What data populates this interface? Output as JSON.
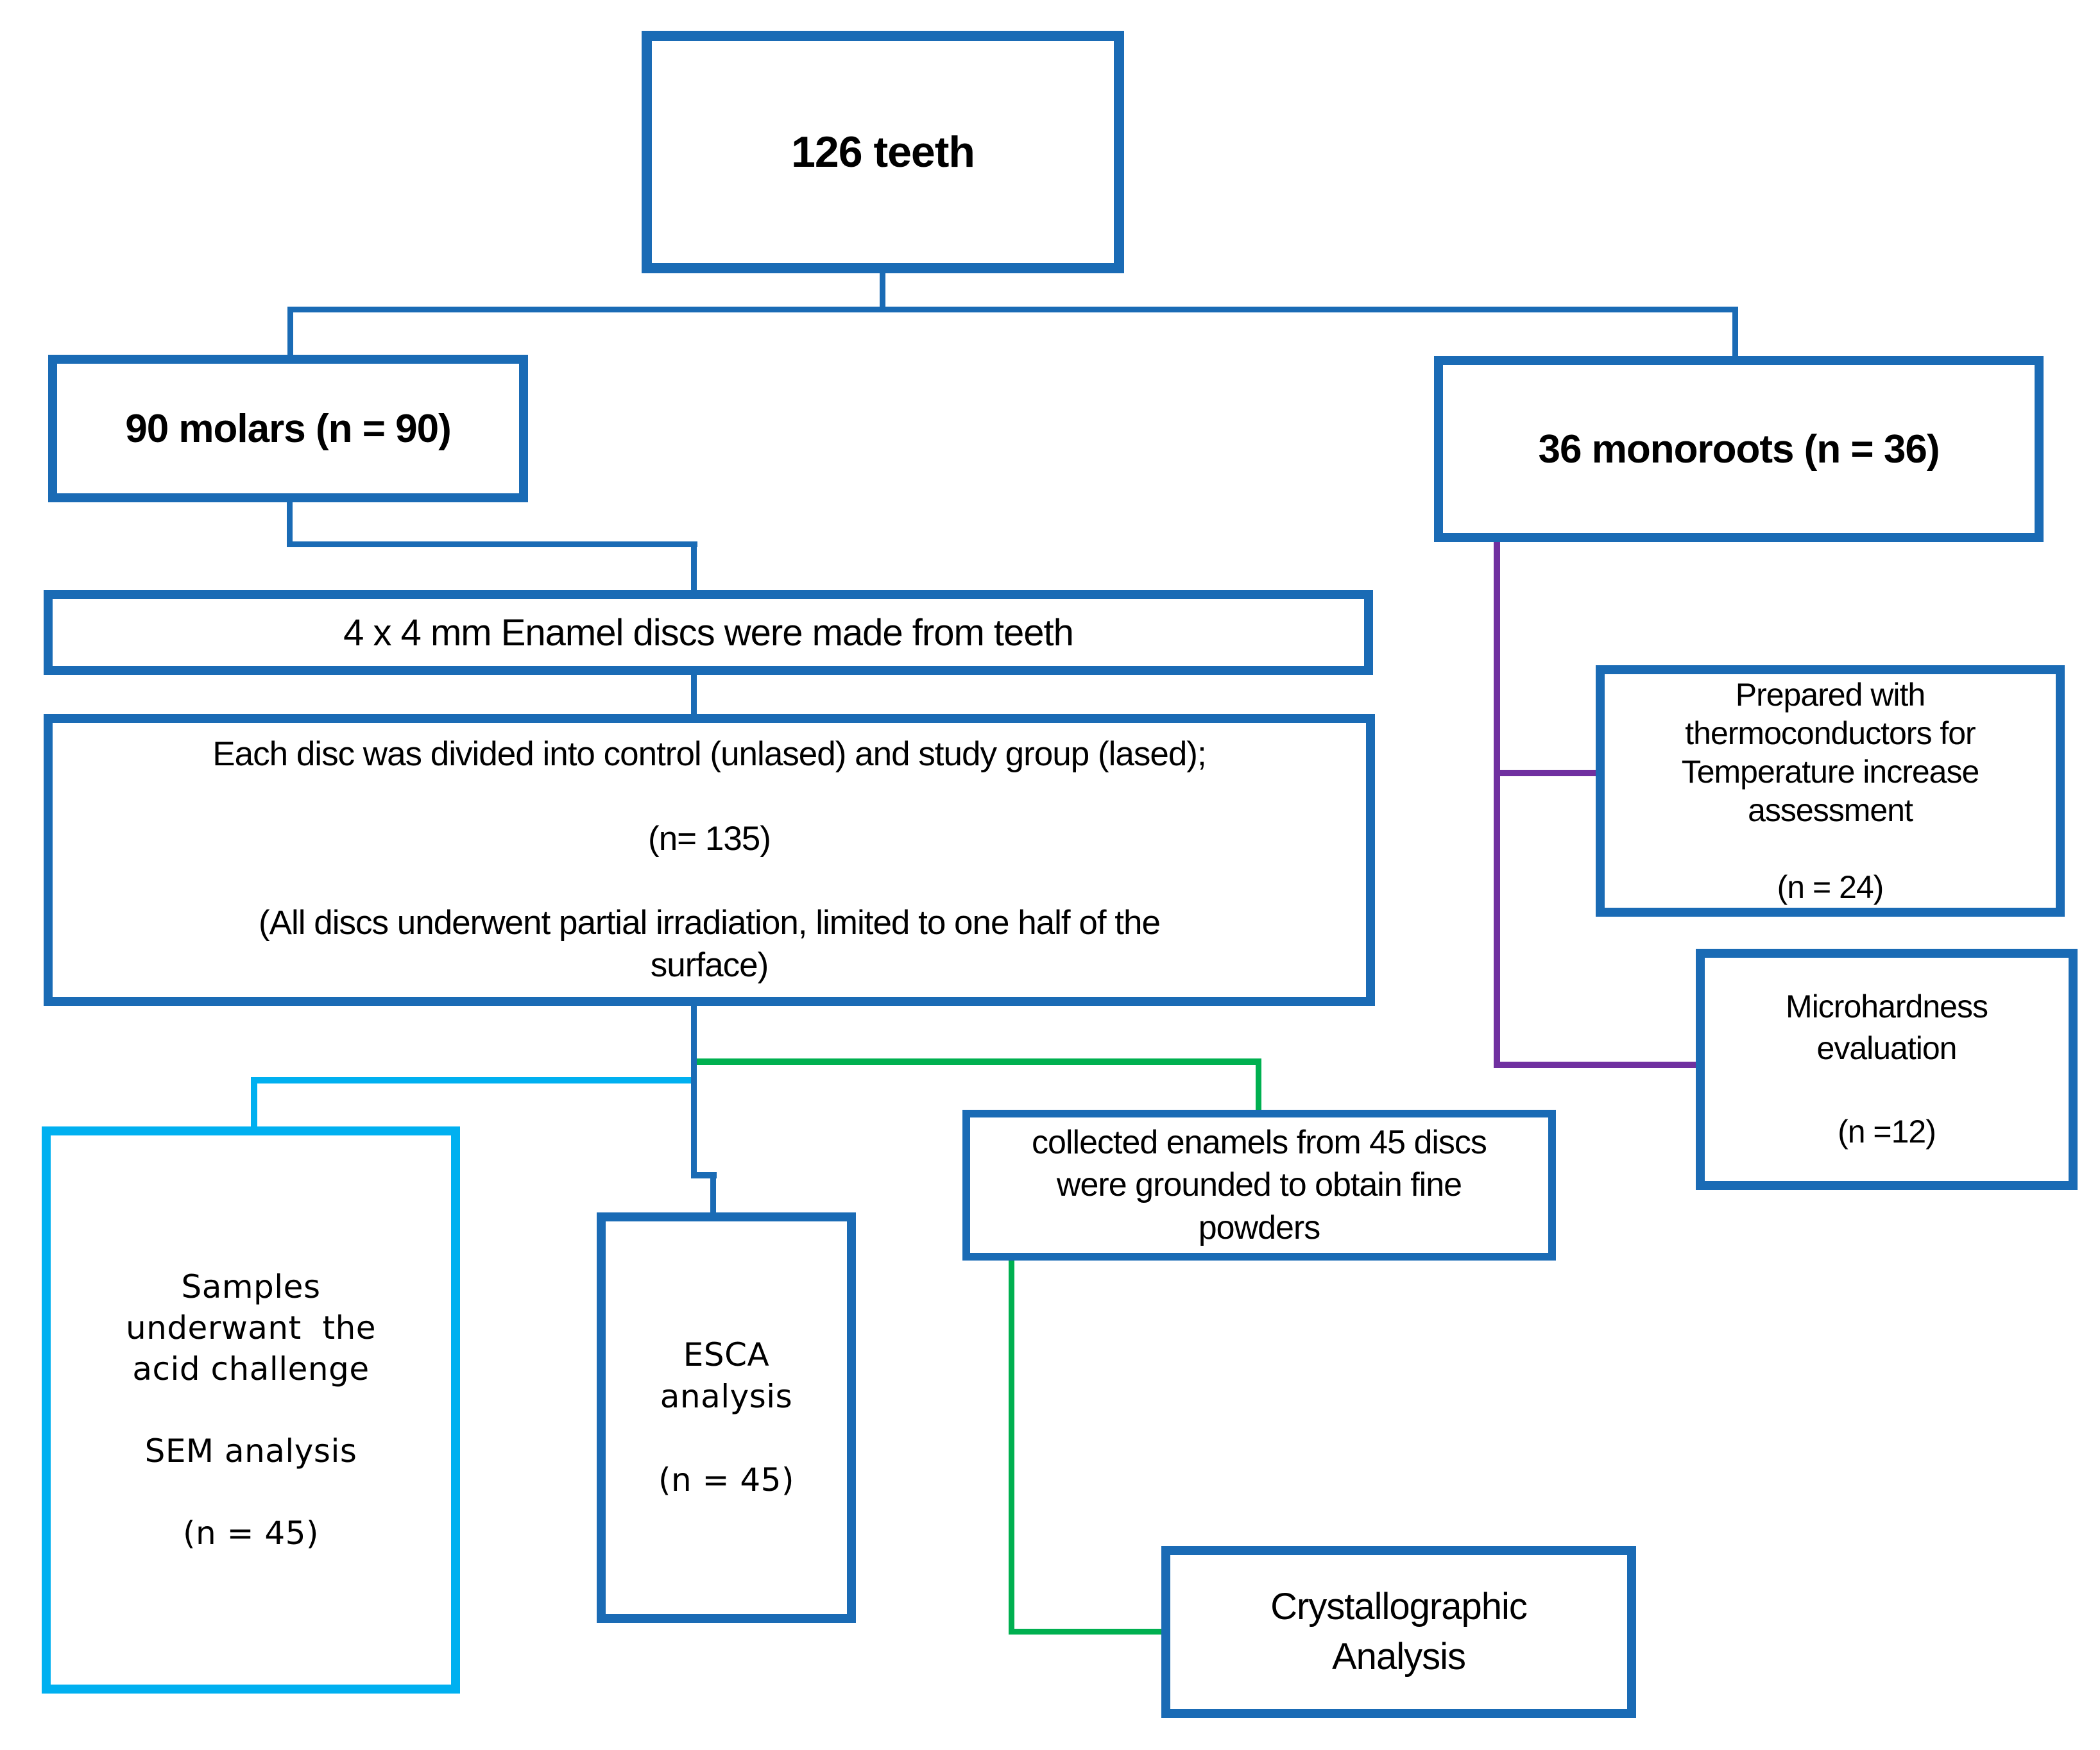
{
  "diagram": {
    "type": "flowchart",
    "colors": {
      "primary_blue": "#1A6BB5",
      "cyan_accent": "#00B0F0",
      "green_accent": "#00B050",
      "purple_accent": "#7030A0",
      "background": "#FFFFFF",
      "text": "#000000"
    },
    "nodes": {
      "teeth": {
        "text": "126 teeth"
      },
      "molars": {
        "text": "90 molars (n = 90)"
      },
      "monoroots": {
        "text": "36 monoroots (n = 36)"
      },
      "discs": {
        "text": "4 x 4 mm Enamel discs were made from teeth"
      },
      "division": {
        "text": "Each disc was divided into control (unlased) and study group (lased);\n\n(n= 135)\n\n(All discs underwent partial irradiation, limited to one half of the\nsurface)"
      },
      "samples": {
        "text": "Samples\nunderwant  the\nacid challenge\n\nSEM analysis\n\n(n = 45)"
      },
      "esca": {
        "text": "ESCA\nanalysis\n\n(n = 45)"
      },
      "collected": {
        "text": "collected enamels from 45 discs\nwere grounded to obtain fine\npowders"
      },
      "crystal": {
        "text": "Crystallographic\nAnalysis"
      },
      "prepared": {
        "text": "Prepared with\nthermoconductors for\nTemperature increase\nassessment\n\n(n = 24)"
      },
      "micro": {
        "text": "Microhardness\nevaluation\n\n(n =12)"
      }
    }
  }
}
